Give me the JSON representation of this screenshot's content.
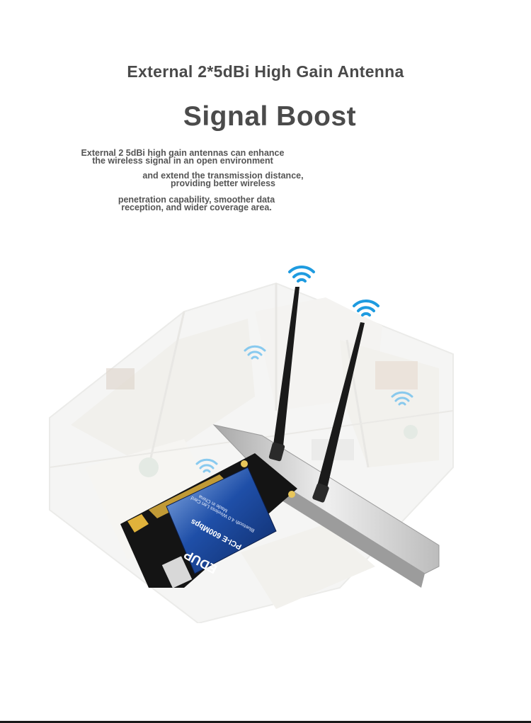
{
  "header": {
    "subtitle": "External 2*5dBi High Gain Antenna",
    "title": "Signal Boost"
  },
  "description": {
    "line1a": "External 2 5dBi high gain antennas can enhance",
    "line1b": "the wireless signal in an open environment",
    "line2a": "and extend the transmission distance,",
    "line2b": "providing better wireless",
    "line3a": "penetration capability, smoother data",
    "line3b": "reception, and wider coverage area."
  },
  "card": {
    "brand": "EDUP",
    "model": "PCI-E 600Mbps",
    "desc": "Bluetooth 4.0 Wireless Lan Card",
    "origin": "Made in China"
  },
  "colors": {
    "title_text": "#4b4b4b",
    "wifi_blue": "#1e9be0",
    "card_blue": "#1f4fa8",
    "bracket_silver": "#c8c8c8",
    "antenna_black": "#1a1a1a"
  }
}
